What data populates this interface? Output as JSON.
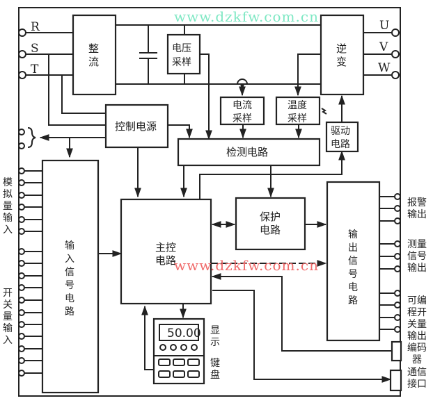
{
  "watermark": {
    "text": "www.dzkfw.com.cn",
    "top_color": "#7fe8c4",
    "mid_color": "#f06b6b"
  },
  "terminals": {
    "input": [
      "R",
      "S",
      "T"
    ],
    "output": [
      "U",
      "V",
      "W"
    ]
  },
  "blocks": {
    "rectifier": [
      "整",
      "流"
    ],
    "voltage_sampling": [
      "电压",
      "采样"
    ],
    "inverter": [
      "逆",
      "变"
    ],
    "current_sampling": [
      "电流",
      "采样"
    ],
    "temperature_sampling": [
      "温度",
      "采样"
    ],
    "control_power": "控制电源",
    "detection_circuit": "检测电路",
    "drive_circuit": [
      "驱动",
      "电路"
    ],
    "input_signal_circuit": [
      "输",
      "入",
      "信",
      "号",
      "电",
      "路"
    ],
    "main_control": [
      "主控",
      "电路"
    ],
    "protection_circuit": [
      "保护",
      "电路"
    ],
    "output_signal_circuit": [
      "输",
      "出",
      "信",
      "号",
      "电",
      "路"
    ]
  },
  "display_panel": {
    "readout": "50.00",
    "display_label": [
      "显",
      "示"
    ],
    "keyboard_label": [
      "键",
      "盘"
    ]
  },
  "left_labels": {
    "analog_input": [
      "模",
      "拟",
      "量",
      "输",
      "入"
    ],
    "switch_input": [
      "开",
      "关",
      "量",
      "输",
      "入"
    ]
  },
  "right_labels": {
    "alarm_output": [
      "报警",
      "输出"
    ],
    "measurement_output": [
      "测量",
      "信号",
      "输出"
    ],
    "programmable_output": [
      "可编",
      "程开",
      "关量",
      "输出"
    ],
    "encoder": [
      "编码",
      "器"
    ],
    "comm_interface": [
      "通信",
      "接口"
    ]
  }
}
